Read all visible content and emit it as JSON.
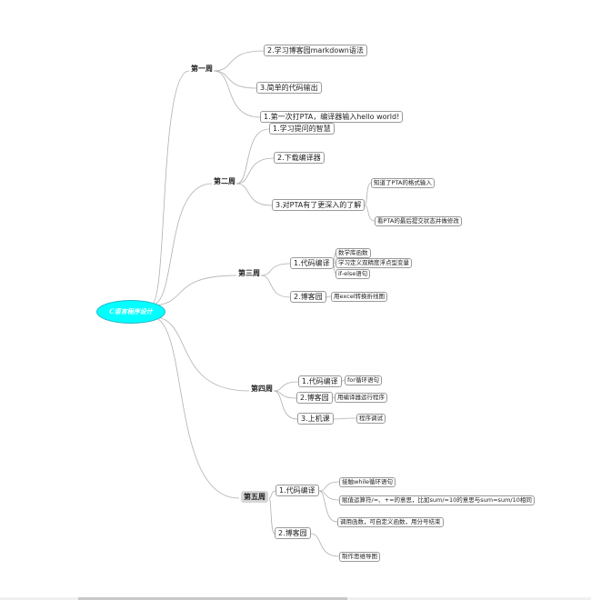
{
  "root": {
    "label": "C语言程序设计"
  },
  "weeks": [
    {
      "label": "第一周",
      "items": [
        {
          "label": "2.学习博客园markdown语法",
          "children": []
        },
        {
          "label": "3.简单的代码输出",
          "children": []
        },
        {
          "label": "1.第一次打PTA，编译器输入hello world!",
          "children": []
        }
      ]
    },
    {
      "label": "第二周",
      "items": [
        {
          "label": "1.学习提问的智慧",
          "children": []
        },
        {
          "label": "2.下载编译器",
          "children": []
        },
        {
          "label": "3.对PTA有了更深入的了解",
          "children": [
            "知道了PTA的格式输入",
            "看PTA的最后提交状态并做修改"
          ]
        }
      ]
    },
    {
      "label": "第三周",
      "items": [
        {
          "label": "1.代码编译",
          "children": [
            "数学库函数",
            "学习定义双精度浮点型变量",
            "if-else语句"
          ]
        },
        {
          "label": "2.博客园",
          "children": [
            "用excel转换折线图"
          ]
        }
      ]
    },
    {
      "label": "第四周",
      "items": [
        {
          "label": "1.代码编译",
          "children": [
            "for循环语句"
          ]
        },
        {
          "label": "2.博客园",
          "children": [
            "用编译器运行程序"
          ]
        },
        {
          "label": "3.上机课",
          "children": [
            "程序调试"
          ]
        }
      ]
    },
    {
      "label": "第五周",
      "items": [
        {
          "label": "1.代码编译",
          "children": [
            "接触while循环语句",
            "赋值运算符/=、+=的意思，比如sum/=10的意思与sum=sum/10相同",
            "调用函数，可自定义函数，用分号结束"
          ]
        },
        {
          "label": "2.博客园",
          "children": [
            "制作思维导图"
          ]
        }
      ]
    }
  ],
  "colors": {
    "root_fill": "#00ffff",
    "root_text": "#ffffff",
    "line": "#b0b0b0",
    "node_border": "#9a9a9a"
  }
}
